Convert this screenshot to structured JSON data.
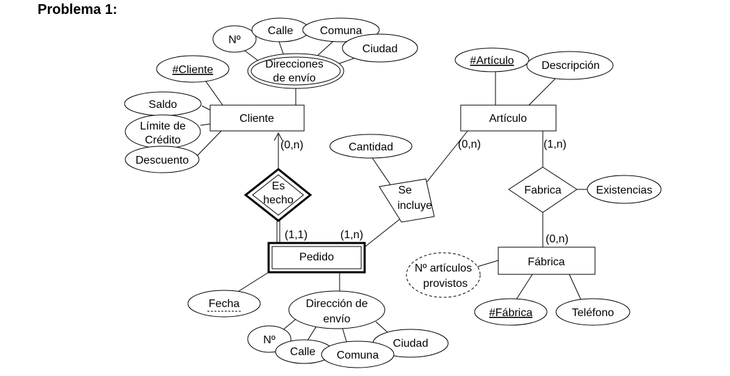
{
  "title": "Problema 1:",
  "entities": {
    "cliente": "Cliente",
    "articulo": "Artículo",
    "pedido": "Pedido",
    "fabrica": "Fábrica"
  },
  "relationships": {
    "es_hecho": [
      "Es",
      "hecho"
    ],
    "se_incluye": [
      "Se",
      "incluye"
    ],
    "fabrica": "Fabrica"
  },
  "attributes": {
    "no_top": "Nº",
    "calle_top": "Calle",
    "comuna_top": "Comuna",
    "ciudad_top": "Ciudad",
    "direcciones_envio": [
      "Direcciones",
      "de envío"
    ],
    "cliente_key": "#Cliente",
    "saldo": "Saldo",
    "limite_credito": [
      "Límite de",
      "Crédito"
    ],
    "descuento": "Descuento",
    "articulo_key": "#Artículo",
    "descripcion": "Descripción",
    "cantidad": "Cantidad",
    "existencias": "Existencias",
    "no_articulos_provistos": [
      "Nº artículos",
      "provistos"
    ],
    "fabrica_key": "#Fábrica",
    "telefono": "Teléfono",
    "fecha": "Fecha",
    "direccion_envio": [
      "Dirección de",
      "envío"
    ],
    "no_bottom": "Nº",
    "calle_bottom": "Calle",
    "comuna_bottom": "Comuna",
    "ciudad_bottom": "Ciudad"
  },
  "cardinalities": {
    "cliente_eshecho": "(0,n)",
    "pedido_eshecho": "(1,1)",
    "pedido_seincluye": "(1,n)",
    "articulo_seincluye": "(0,n)",
    "articulo_fabrica": "(1,n)",
    "fabrica_fabrica": "(0,n)"
  }
}
